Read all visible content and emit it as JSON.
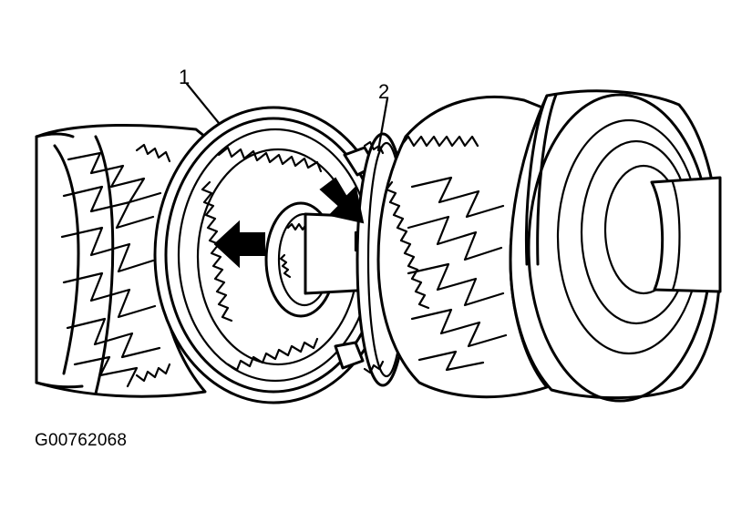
{
  "callouts": {
    "one": "1",
    "two": "2"
  },
  "figure_code": "G00762068",
  "colors": {
    "line": "#000000",
    "background": "#ffffff"
  }
}
